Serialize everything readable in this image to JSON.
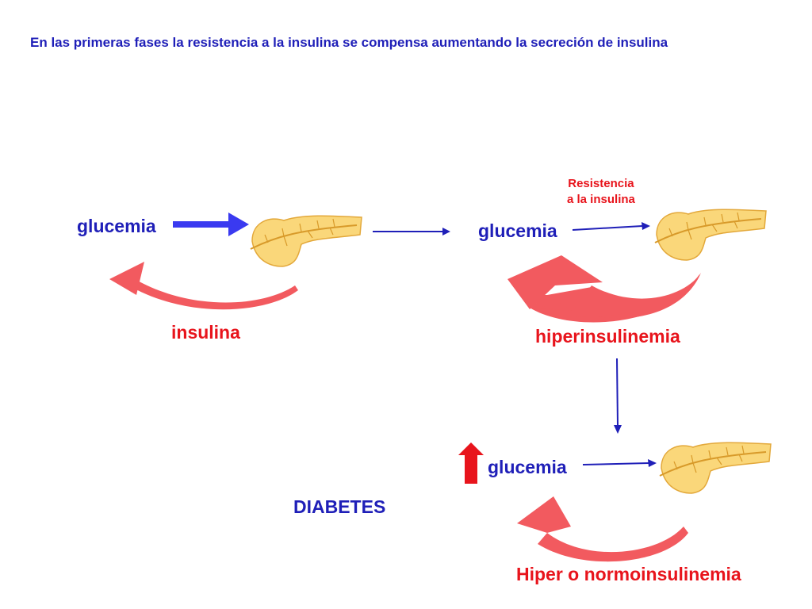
{
  "title": "En las primeras fases la resistencia a la insulina se compensa aumentando la secreción de insulina",
  "panel1": {
    "glucemia": "glucemia",
    "hormone": "insulina"
  },
  "panel2": {
    "resistance_line1": "Resistencia",
    "resistance_line2": "a la insulina",
    "glucemia": "glucemia",
    "hormone": "hiperinsulinemia"
  },
  "panel3": {
    "glucemia": "glucemia",
    "hormone": "Hiper o normoinsulinemia"
  },
  "outcome": "DIABETES",
  "colors": {
    "text_blue": "#1f1fb8",
    "text_red": "#e8141c",
    "arrow_blue": "#3a3af0",
    "feedback_arrow": "#f25a5f",
    "pancreas_fill": "#fad77a",
    "pancreas_vein": "#d89a2a",
    "up_arrow": "#e8141c"
  },
  "icons": [
    "pancreas-icon",
    "arrow-right-icon",
    "curved-feedback-arrow-icon",
    "arrow-down-icon",
    "arrow-up-icon"
  ]
}
